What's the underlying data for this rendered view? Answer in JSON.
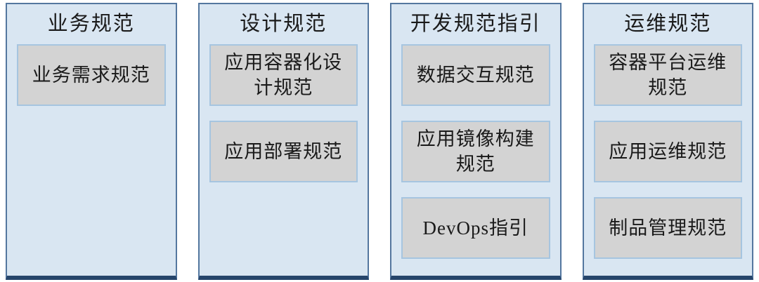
{
  "diagram": {
    "description": "Container platform specification system diagram with four categories",
    "colors": {
      "panel_fill": "#d9e6f2",
      "panel_border": "#54779f",
      "panel_bottom_edge": "#26456b",
      "item_fill": "#d3d3d3",
      "item_border": "#a6c5e0",
      "text": "#1a1a1a",
      "background": "#ffffff"
    },
    "columns": [
      {
        "title": "业务规范",
        "items": [
          "业务需求规范"
        ]
      },
      {
        "title": "设计规范",
        "items": [
          "应用容器化设计规范",
          "应用部署规范"
        ]
      },
      {
        "title": "开发规范指引",
        "items": [
          "数据交互规范",
          "应用镜像构建规范",
          "DevOps指引"
        ]
      },
      {
        "title": "运维规范",
        "items": [
          "容器平台运维规范",
          "应用运维规范",
          "制品管理规范"
        ]
      }
    ]
  }
}
